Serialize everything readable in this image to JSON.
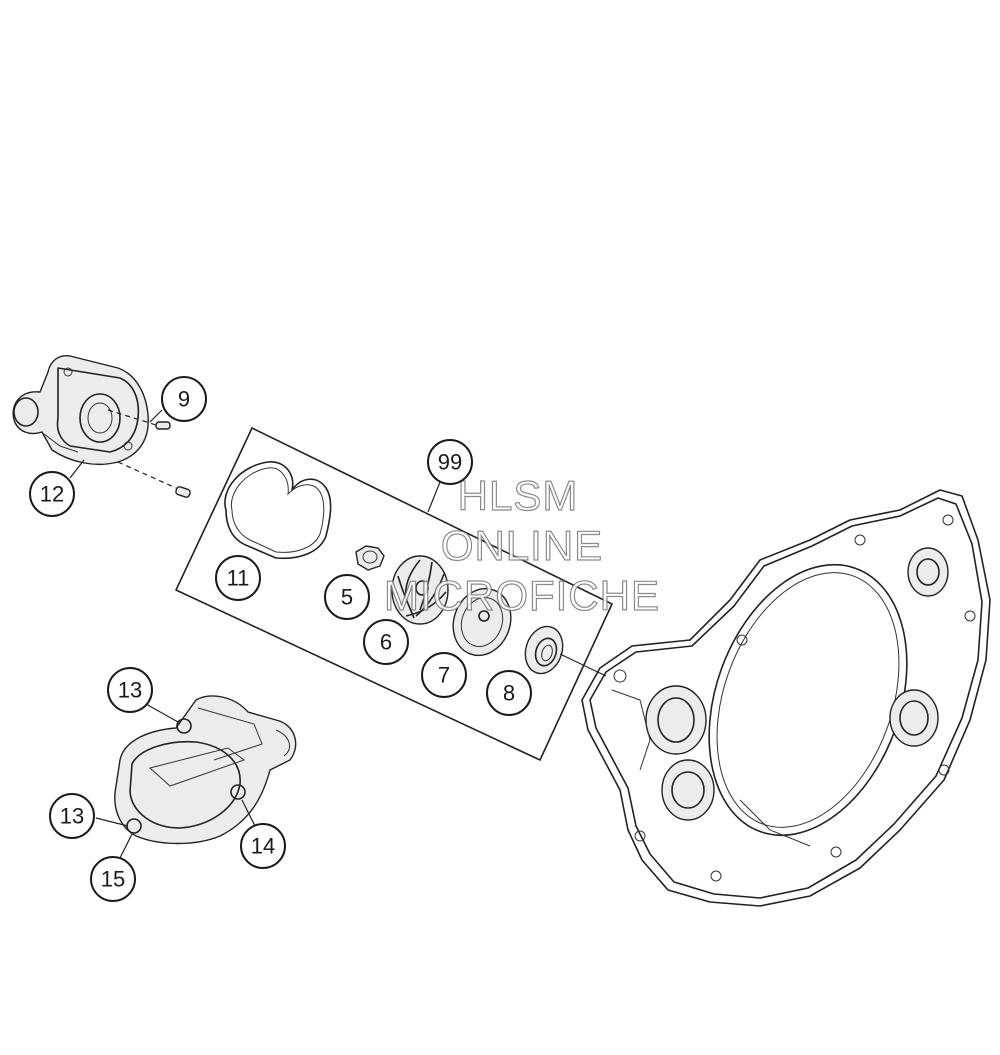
{
  "callouts": {
    "c9": "9",
    "c12": "12",
    "c99": "99",
    "c11": "11",
    "c5": "5",
    "c6": "6",
    "c7": "7",
    "c8": "8",
    "c13a": "13",
    "c13b": "13",
    "c14": "14",
    "c15": "15"
  },
  "watermark": {
    "line1": "HLSM",
    "line2": "ONLINE",
    "line3": "MICROFICHE"
  }
}
